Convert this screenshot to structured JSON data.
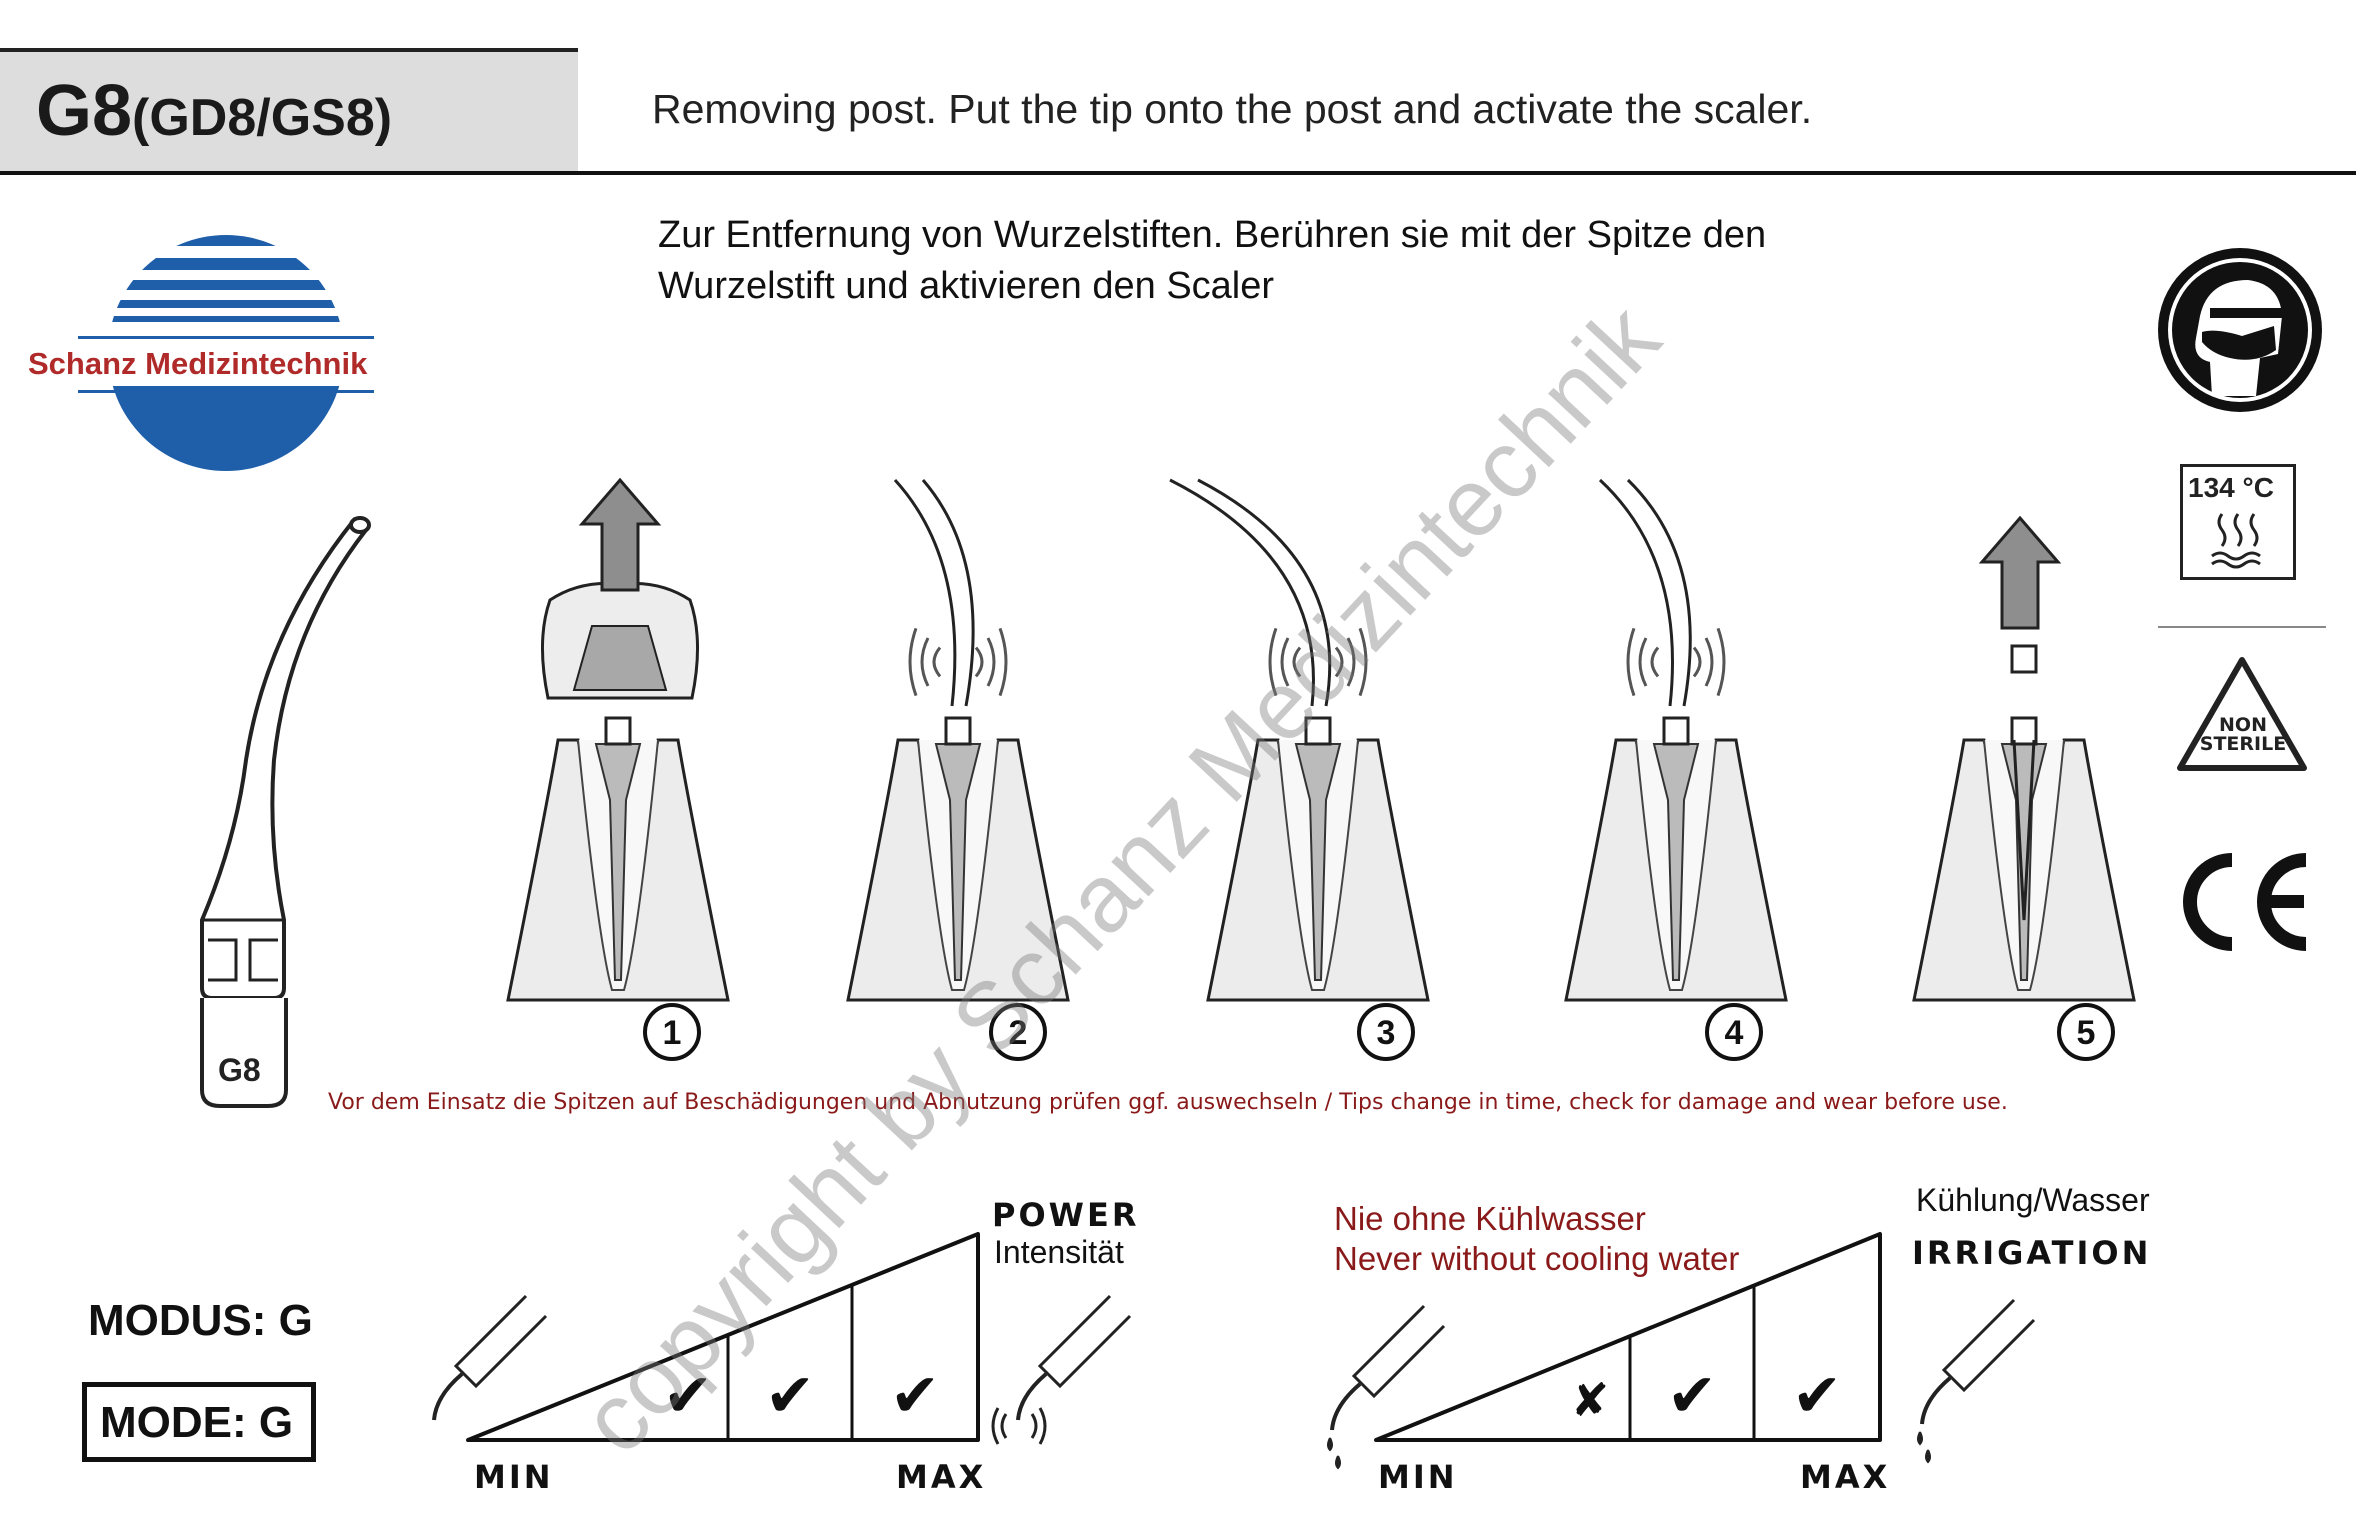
{
  "header": {
    "model": "G8",
    "model_variants": "(GD8/GS8)",
    "instruction_en": "Removing post. Put the tip onto the post and activate the scaler.",
    "instruction_de_line1": "Zur Entfernung von Wurzelstiften. Berühren sie mit der Spitze den",
    "instruction_de_line2": "Wurzelstift und aktivieren den Scaler"
  },
  "brand": {
    "name": "Schanz Medizintechnik",
    "logo_color": "#1f5faa"
  },
  "watermark": "copyright by Schanz Medizintechnik",
  "tip": {
    "label": "G8"
  },
  "steps": [
    "1",
    "2",
    "3",
    "4",
    "5"
  ],
  "warning": "Vor dem Einsatz die Spitzen auf  Beschädigungen und Abnutzung prüfen ggf. auswechseln / Tips change in time, check for damage and wear before use.",
  "symbols": {
    "temperature": "134 °C",
    "sterility": "NON STERILE",
    "certification": "CE"
  },
  "mode": {
    "modus": "MODUS: G",
    "mode": "MODE: G"
  },
  "power_scale": {
    "title": "POWER",
    "title_de": "Intensität",
    "min": "MIN",
    "max": "MAX",
    "levels": [
      "✔",
      "✔",
      "✔"
    ]
  },
  "irrigation_scale": {
    "title": "IRRIGATION",
    "title_de": "Kühlung/Wasser",
    "warning_de": "Nie ohne Kühlwasser",
    "warning_en": "Never without cooling water",
    "min": "MIN",
    "max": "MAX",
    "levels": [
      "✘",
      "✔",
      "✔"
    ]
  },
  "colors": {
    "accent_red": "#8a1a1a",
    "brand_red": "#b02a2a",
    "brand_blue": "#1f5faa",
    "header_gray": "#dddddd"
  }
}
